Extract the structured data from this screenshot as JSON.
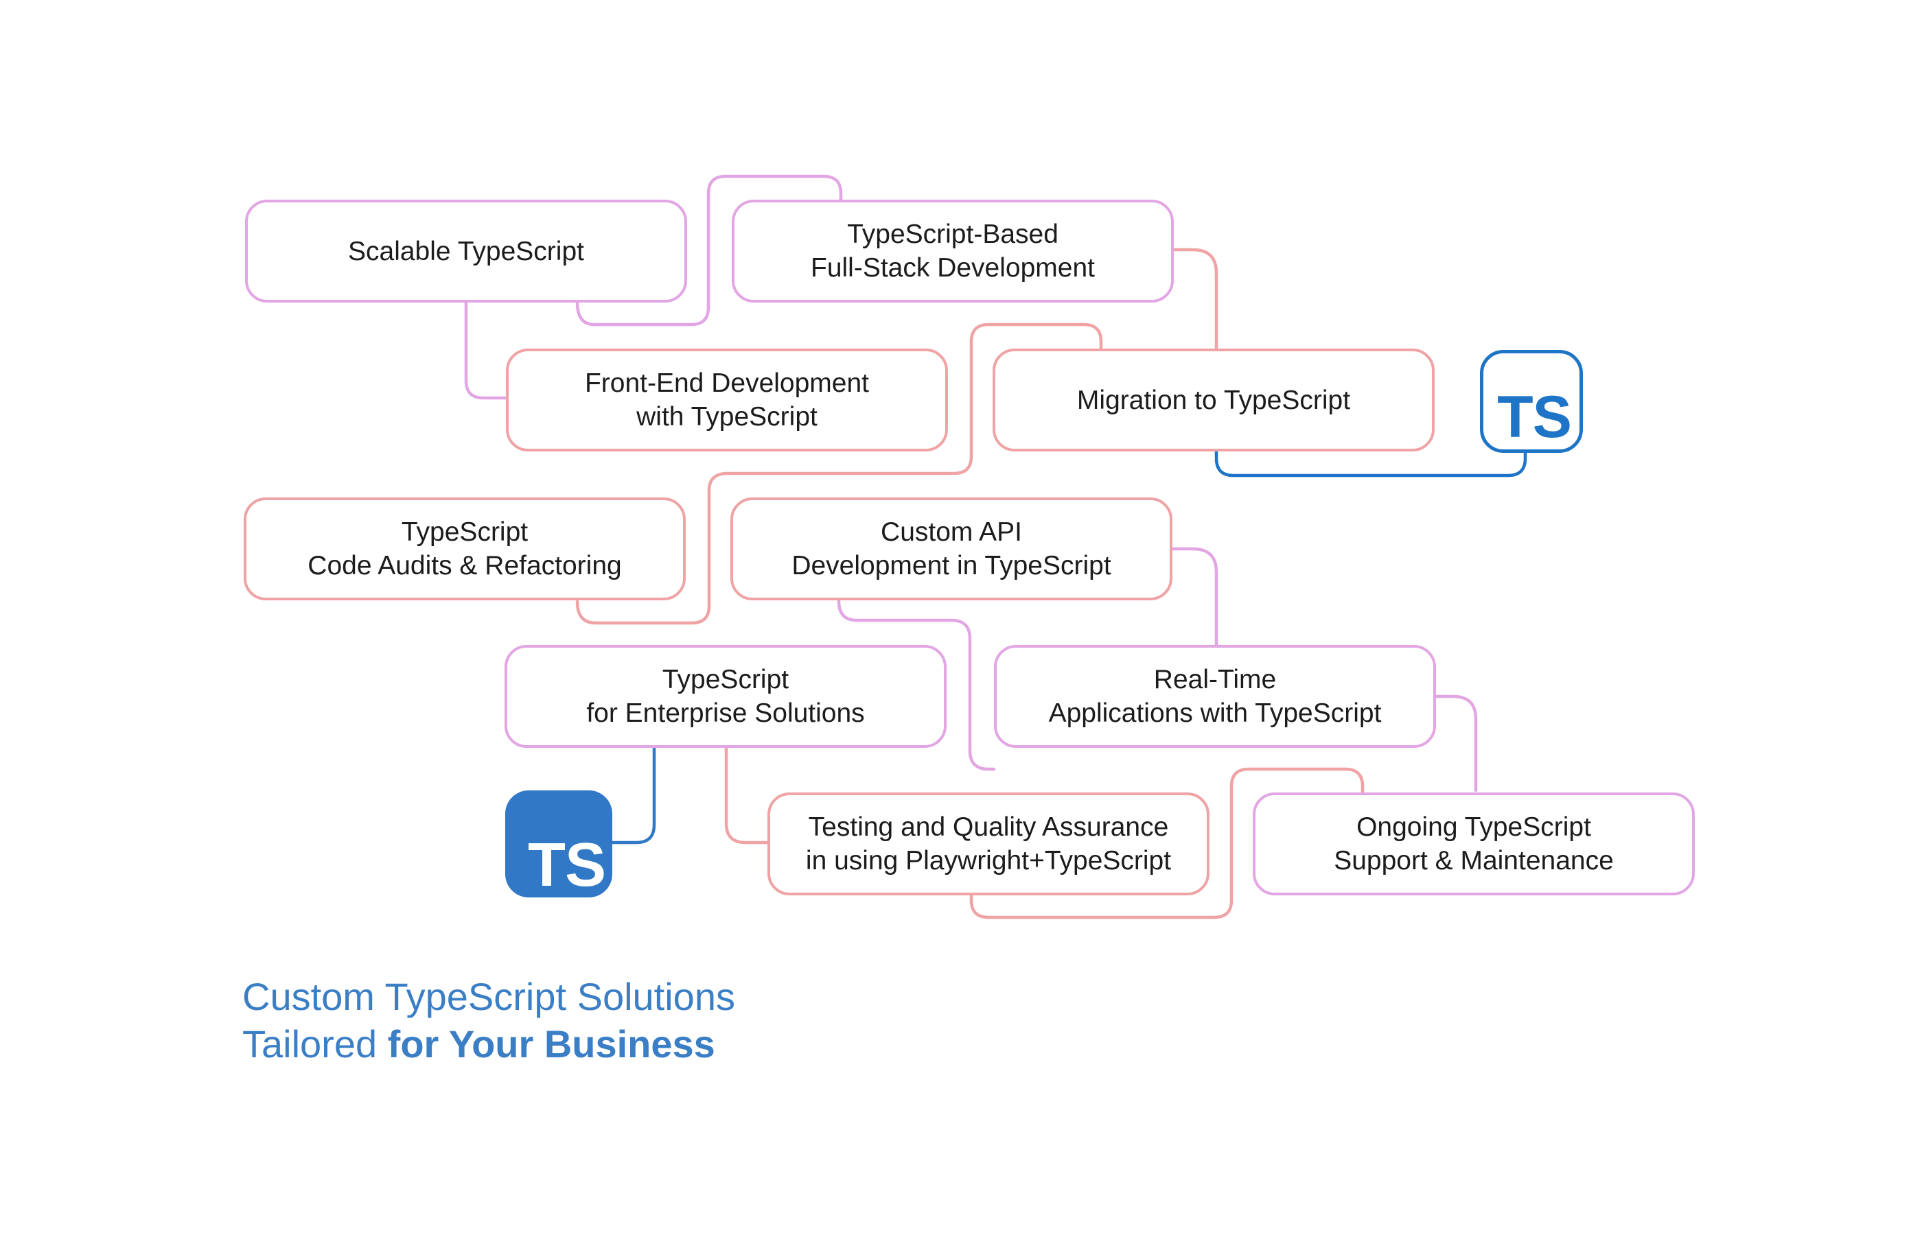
{
  "nodes": [
    {
      "id": "scalable-typescript",
      "text": "Scalable TypeScript",
      "color": "#e3a6e4"
    },
    {
      "id": "full-stack",
      "text": "TypeScript-Based\nFull-Stack Development",
      "color": "#e3a6e4"
    },
    {
      "id": "front-end",
      "text": "Front-End Development\nwith TypeScript",
      "color": "#f0a3a5"
    },
    {
      "id": "migration",
      "text": "Migration to TypeScript",
      "color": "#f0a3a5"
    },
    {
      "id": "code-audits",
      "text": "TypeScript\nCode Audits & Refactoring",
      "color": "#f0a3a5"
    },
    {
      "id": "custom-api",
      "text": "Custom API\nDevelopment in TypeScript",
      "color": "#f0a3a5"
    },
    {
      "id": "enterprise",
      "text": "TypeScript\nfor Enterprise Solutions",
      "color": "#e3a6e4"
    },
    {
      "id": "real-time",
      "text": "Real-Time\nApplications with TypeScript",
      "color": "#e3a6e4"
    },
    {
      "id": "testing",
      "text": "Testing and Quality Assurance\nin using Playwright+TypeScript",
      "color": "#f0a3a5"
    },
    {
      "id": "ongoing-support",
      "text": "Ongoing TypeScript\nSupport & Maintenance",
      "color": "#e3a6e4"
    }
  ],
  "logos": {
    "outline": {
      "text": "TS",
      "color": "#1e74c6"
    },
    "filled": {
      "text": "TS",
      "color": "#3178c6"
    }
  },
  "caption": {
    "line1": "Custom TypeScript Solutions",
    "line2_regular": "Tailored ",
    "line2_bold": "for Your Business",
    "color": "#3a7ec5"
  },
  "colors": {
    "pink": "#e3a6e4",
    "coral": "#f0a3a5",
    "blue": "#3a7ec5",
    "text": "#1c1c1c"
  }
}
